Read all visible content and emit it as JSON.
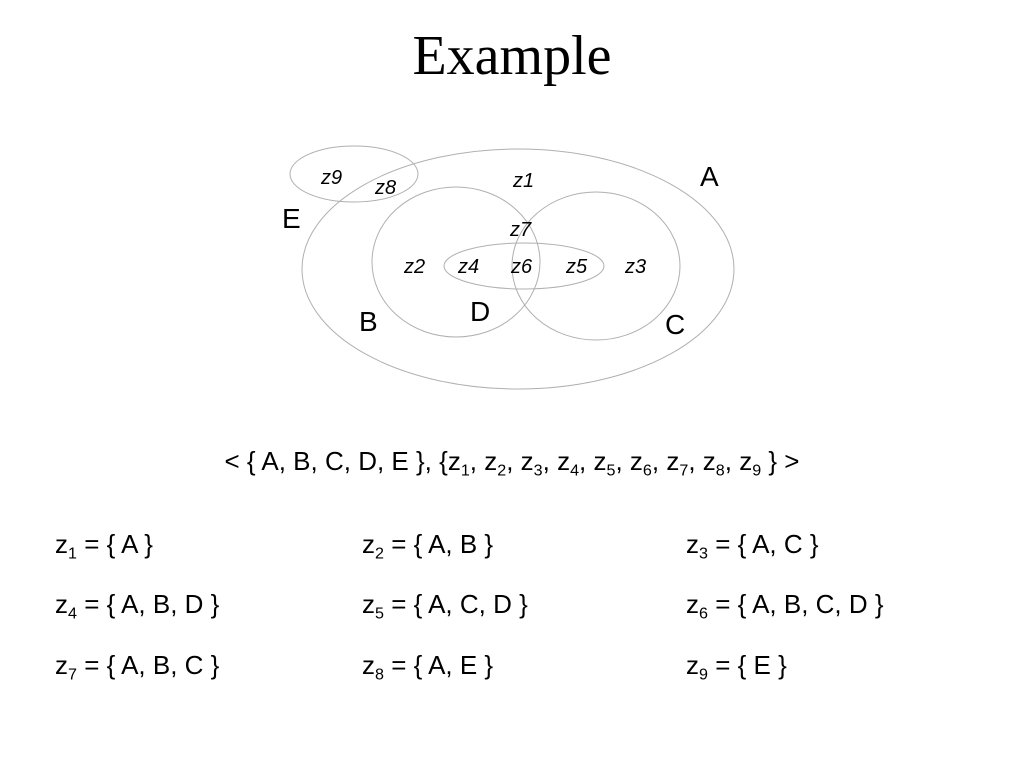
{
  "title": "Example",
  "diagram": {
    "set_labels": {
      "A": "A",
      "B": "B",
      "C": "C",
      "D": "D",
      "E": "E"
    },
    "zone_labels": {
      "z1": "z1",
      "z2": "z2",
      "z3": "z3",
      "z4": "z4",
      "z5": "z5",
      "z6": "z6",
      "z7": "z7",
      "z8": "z8",
      "z9": "z9"
    },
    "stroke_color": "#b0b0b0"
  },
  "tuple": {
    "open": "< { A, B, C, D, E }, {",
    "zones": [
      {
        "base": "z",
        "sub": "1"
      },
      {
        "base": "z",
        "sub": "2"
      },
      {
        "base": "z",
        "sub": "3"
      },
      {
        "base": "z",
        "sub": "4"
      },
      {
        "base": "z",
        "sub": "5"
      },
      {
        "base": "z",
        "sub": "6"
      },
      {
        "base": "z",
        "sub": "7"
      },
      {
        "base": "z",
        "sub": "8"
      },
      {
        "base": "z",
        "sub": "9"
      }
    ],
    "sep": ", ",
    "close": " } >"
  },
  "definitions": [
    {
      "base": "z",
      "sub": "1",
      "rhs": " = { A }"
    },
    {
      "base": "z",
      "sub": "2",
      "rhs": " = { A, B }"
    },
    {
      "base": "z",
      "sub": "3",
      "rhs": " = { A, C }"
    },
    {
      "base": "z",
      "sub": "4",
      "rhs": " = { A, B, D }"
    },
    {
      "base": "z",
      "sub": "5",
      "rhs": " = { A, C, D }"
    },
    {
      "base": "z",
      "sub": "6",
      "rhs": " = { A, B, C, D }"
    },
    {
      "base": "z",
      "sub": "7",
      "rhs": " = { A, B, C }"
    },
    {
      "base": "z",
      "sub": "8",
      "rhs": " = { A, E }"
    },
    {
      "base": "z",
      "sub": "9",
      "rhs": " = { E }"
    }
  ]
}
